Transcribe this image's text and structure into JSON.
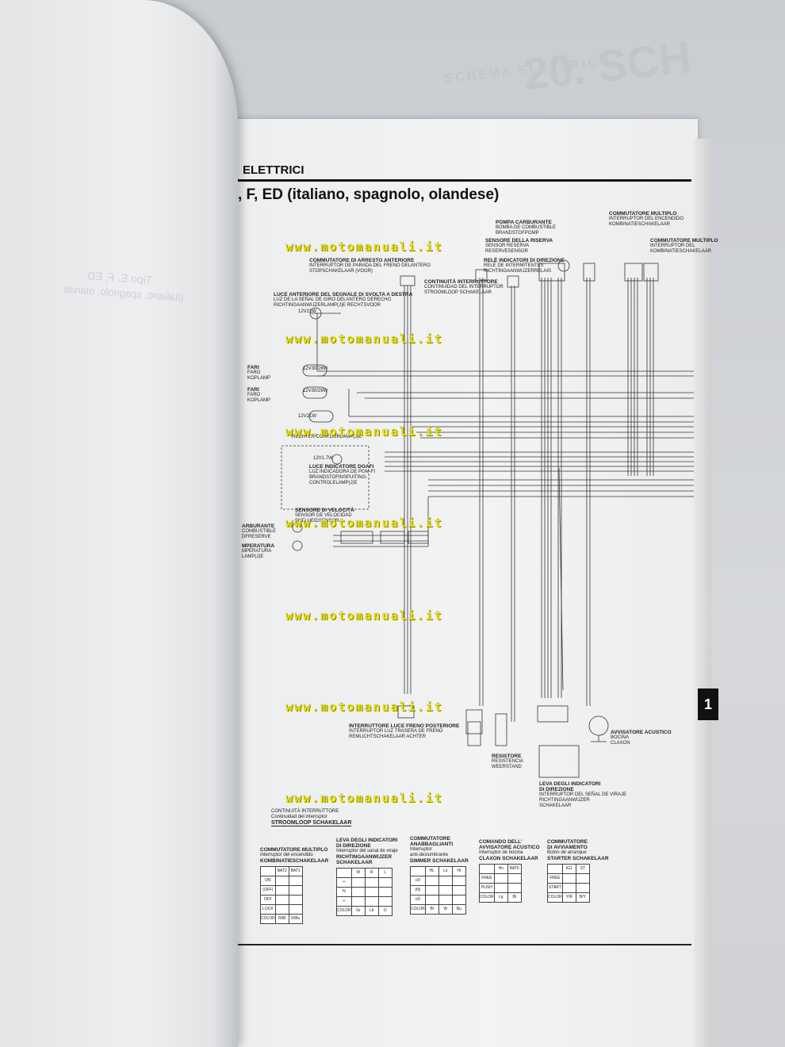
{
  "background_page": {
    "ghost_heading": "20. SCH",
    "ghost_subheading": "SCHEMA ELETTRICO",
    "ghost_type_line": "Tipo E, F, ED",
    "ghost_lang_line": "(italiano, spagnolo, olande"
  },
  "header": {
    "section_label": "ELETTRICI",
    "page_title": ", F, ED (italiano, spagnolo, olandese)",
    "side_tab": "1"
  },
  "watermark": {
    "text": "www.motomanuali.it"
  },
  "component_labels": [
    {
      "key": "fuel_pump",
      "lines": [
        "POMPA CARBURANTE",
        "Bomba de combustible",
        "BRANDSTOFPOMP"
      ]
    },
    {
      "key": "reserve_sensor",
      "lines": [
        "SENSORE DELLA RISERVA",
        "Sensor reserva",
        "RESERVESENSOR"
      ]
    },
    {
      "key": "turn_relay",
      "lines": [
        "RELÈ INDICATORI DI DIREZIONE",
        "Relé de intermitentes",
        "RICHTINGAANWIJZERRELAIS"
      ]
    },
    {
      "key": "front_brake",
      "lines": [
        "COMMUTATORE DI ARRESTO ANTERIORE",
        "Interruptor de parada del freno delantero",
        "STOPSCHAKELAAR (VOOR)"
      ]
    },
    {
      "key": "front_turn",
      "lines": [
        "LUCE ANTERIORE DEL SEGNALE DI SVOLTA A DESTRA",
        "Luz de la señal de giro delantero derecho",
        "RICHTINGAANWIJZERLAMP(J)E RECHTSVOOR"
      ]
    },
    {
      "key": "continuity",
      "lines": [
        "CONTINUITÀ INTERRUTTORE",
        "Continuidad del interruptor",
        "STROOMLOOP SCHAKELAAR"
      ]
    },
    {
      "key": "multi_switch",
      "lines": [
        "COMMUTATORE MULTIPLO",
        "Interruptor del encendido",
        "KOMBINATIESCHAKELAAR"
      ]
    },
    {
      "key": "headlight_1",
      "lines": [
        "FARI",
        "Faro",
        "KOPLAMP"
      ]
    },
    {
      "key": "headlight_2",
      "lines": [
        "FARI",
        "Faro",
        "KOPLAMP"
      ]
    },
    {
      "key": "position_lamp",
      "lines": [
        "RECHTER CONTOURLAMP(J)E"
      ]
    },
    {
      "key": "fi_lamp",
      "lines": [
        "LUCE INDICATORE DOAFI",
        "Luz indicadora de PGM-FI",
        "BRANDSTOFINSPUITING-",
        "CONTROLELAMP(J)E"
      ]
    },
    {
      "key": "speed_sensor",
      "lines": [
        "SENSORE DI VELOCITÀ",
        "Sensor de velocidad",
        "SNELHEIDSENSOR"
      ]
    },
    {
      "key": "fuel_reserve",
      "lines": [
        "ARBURANTE",
        "combustible",
        "DFRESERVE"
      ]
    },
    {
      "key": "temp_lamp",
      "lines": [
        "MPERATURA",
        "mperatura",
        "LAMP(J)E"
      ]
    },
    {
      "key": "rear_brake",
      "lines": [
        "INTERRUTTORE LUCE FRENO POSTERIORE",
        "Interruptor luz trasera de freno",
        "REMLICHTSCHAKELAAR ACHTER"
      ]
    },
    {
      "key": "resistor",
      "lines": [
        "RESISTORE",
        "Resistencia",
        "WEERSTAND"
      ]
    },
    {
      "key": "horn",
      "lines": [
        "AVVISATORE ACUSTICO",
        "Bocina",
        "CLAXON"
      ]
    },
    {
      "key": "turn_lever",
      "lines": [
        "LEVA DEGLI INDICATORI",
        "DI DIREZIONE",
        "Interruptor del señal de viraje",
        "RICHTINGAANWIJZER",
        "SCHAKELAAR"
      ]
    },
    {
      "key": "combo_switch",
      "lines": [
        "COMMUTATORE MULTIPLO",
        "Interruptor del",
        "KOMBINATIESCHAKELAAR"
      ]
    }
  ],
  "wire_values": {
    "front_turn_bulb": "12V21W",
    "headlight_1_bulb": "12V30/26W",
    "headlight_2_bulb": "12V30/26W",
    "position_bulb": "12V21W",
    "fi_bulb": "12V1.7W"
  },
  "continuity_legend": {
    "title_lines": [
      "CONTINUITÀ INTERRUTTORE",
      "Continuidad del interruptor",
      "STROOMLOOP SCHAKELAAR"
    ]
  },
  "switch_tables": [
    {
      "key": "ignition",
      "lines": [
        "COMMUTATORE MULTIPLO",
        "Interruptor del encendido",
        "KOMBINATIESCHAKELAAR"
      ],
      "header": [
        "",
        "BAT2",
        "BAT1"
      ],
      "rows": [
        [
          "ON",
          "",
          ""
        ],
        [
          "(OFF)",
          "",
          ""
        ],
        [
          "OFF",
          "",
          ""
        ],
        [
          "LOCK",
          "",
          ""
        ],
        [
          "COLOR",
          "R/Bl",
          "R/Bu"
        ]
      ]
    },
    {
      "key": "turn",
      "lines": [
        "LEVA DEGLI INDICATORI",
        "DI DIREZIONE",
        "Interruptor del sanal de viraje",
        "RICHTINGAANWIJZER",
        "SCHAKELAAR"
      ],
      "header": [
        "",
        "W",
        "R",
        "L"
      ],
      "rows": [
        [
          "⇦",
          "",
          "",
          ""
        ],
        [
          "N",
          "",
          "",
          ""
        ],
        [
          "⇨",
          "",
          "",
          ""
        ],
        [
          "COLOR",
          "Gr",
          "Lb",
          "O"
        ]
      ]
    },
    {
      "key": "dimmer",
      "lines": [
        "COMMUTATORE",
        "ANABBAGLIANTI",
        "Interruptor",
        "anti-deslumbrante",
        "DIMMER SCHAKELAAR"
      ],
      "header": [
        "",
        "HL",
        "Lo",
        "Hi"
      ],
      "rows": [
        [
          "≡D",
          "",
          "",
          ""
        ],
        [
          "(N)",
          "",
          "",
          ""
        ],
        [
          "≡D",
          "",
          "",
          ""
        ],
        [
          "COLOR",
          "Bl",
          "W",
          "Bu"
        ]
      ]
    },
    {
      "key": "horn",
      "lines": [
        "COMANDO DELL'",
        "AVVISATORE ACUSTICO",
        "Interruptor de bocina",
        "CLAXON SCHAKELAAR"
      ],
      "header": [
        "",
        "Ho",
        "BAT5"
      ],
      "rows": [
        [
          "FREE",
          "",
          ""
        ],
        [
          "PUSH",
          "",
          ""
        ],
        [
          "COLOR",
          "Lg",
          "Bl"
        ]
      ]
    },
    {
      "key": "starter",
      "lines": [
        "COMMUTATORE",
        "DI AVVIAMENTO",
        "Botón de arranque",
        "STARTER SCHAKELAAR"
      ],
      "header": [
        "",
        "IG1",
        "ST"
      ],
      "rows": [
        [
          "FREE",
          "",
          ""
        ],
        [
          "START",
          "",
          ""
        ],
        [
          "COLOR",
          "Y/R",
          "B/Y"
        ]
      ]
    }
  ],
  "colors": {
    "watermark": "#e6e21a",
    "ink": "#111111",
    "paper": "#eff0f1",
    "table": "#cfd2d6"
  }
}
